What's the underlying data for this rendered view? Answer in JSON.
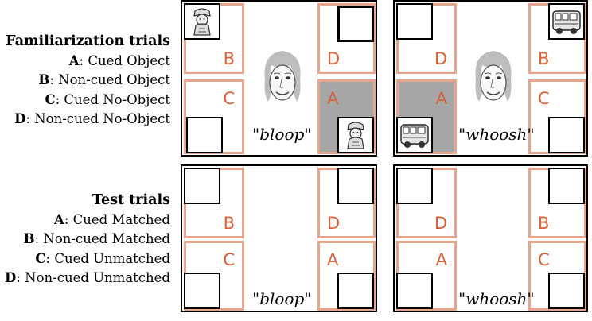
{
  "familiarization": {
    "title": "Familiarization trials",
    "items": [
      {
        "key": "A",
        "label": ": Cued Object"
      },
      {
        "key": "B",
        "label": ": Non-cued Object"
      },
      {
        "key": "C",
        "label": ": Cued No-Object"
      },
      {
        "key": "D",
        "label": ": Non-cued No-Object"
      }
    ]
  },
  "test": {
    "title": "Test trials",
    "items": [
      {
        "key": "A",
        "label": ": Cued Matched"
      },
      {
        "key": "B",
        "label": ": Non-cued Matched"
      },
      {
        "key": "C",
        "label": ": Cued Unmatched"
      },
      {
        "key": "D",
        "label": ": Non-cued Unmatched"
      }
    ]
  },
  "words": {
    "left": "\"bloop\"",
    "right": "\"whoosh\""
  },
  "letters": {
    "a": "A",
    "b": "B",
    "c": "C",
    "d": "D"
  },
  "colors": {
    "frame": "#e8a58c",
    "letter": "#d8633a",
    "shade": "#a6a6a6"
  },
  "icons": {
    "face": "face-illustration",
    "toy_left": "toy-figure-icon",
    "toy_right": "toy-bus-icon"
  }
}
